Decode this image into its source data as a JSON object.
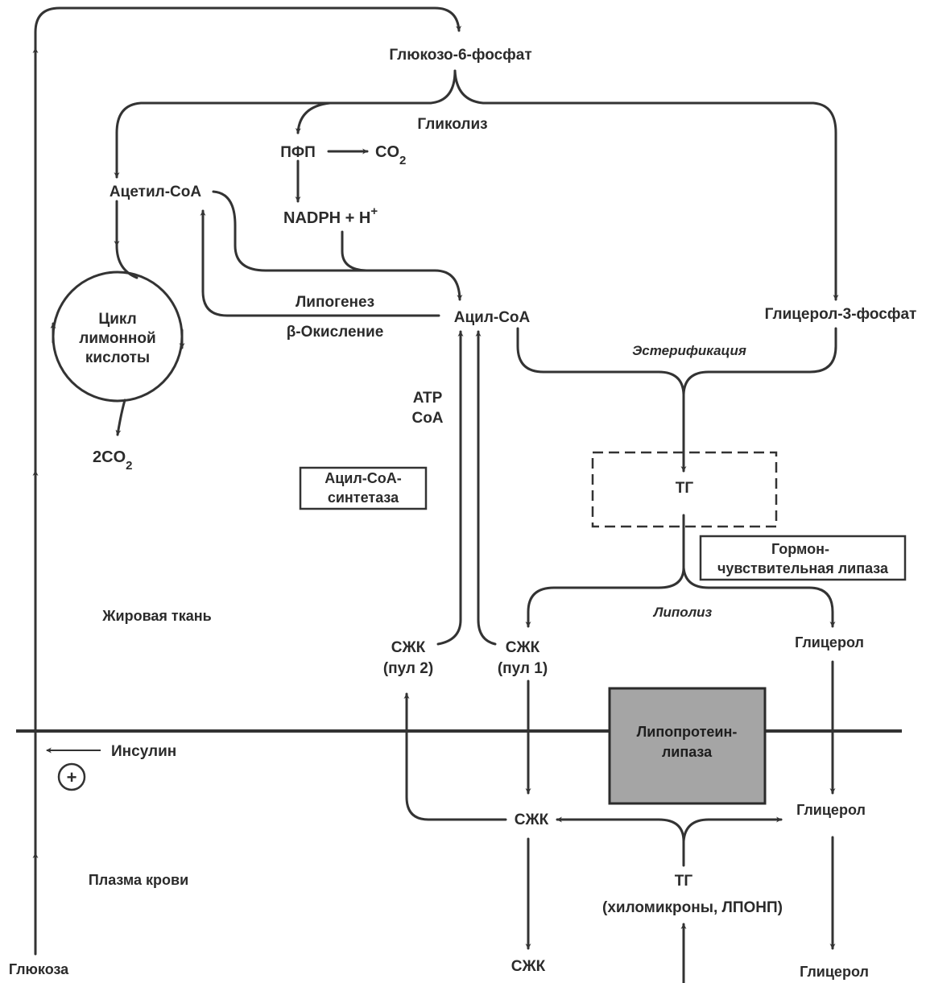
{
  "regions": {
    "adipose": "Жировая ткань",
    "plasma": "Плазма крови"
  },
  "nodes": {
    "glucose6p": "Глюкозо-6-фосфат",
    "glycolysis": "Гликолиз",
    "ppp": "ПФП",
    "co2": "CO",
    "co2_sub": "2",
    "nadph": "NADPH + H",
    "nadph_sup": "+",
    "acetyl_coa": "Ацетил-CoA",
    "tca_line1": "Цикл",
    "tca_line2": "лимонной",
    "tca_line3": "кислоты",
    "two_co2": "2CO",
    "two_co2_sub": "2",
    "lipogenesis": "Липогенез",
    "beta_oxidation": "β-Окисление",
    "acyl_coa": "Ацил-CoA",
    "glycerol3p": "Глицерол-3-фосфат",
    "esterification": "Эстерификация",
    "atp": "ATP",
    "coa": "CoA",
    "acyl_synth_line1": "Ацил-CoA-",
    "acyl_synth_line2": "синтетаза",
    "tg": "ТГ",
    "hsl_line1": "Гормон-",
    "hsl_line2": "чувствительная липаза",
    "lipolysis": "Липолиз",
    "ffa_pool2_line1": "СЖК",
    "ffa_pool2_line2": "(пул 2)",
    "ffa_pool1_line1": "СЖК",
    "ffa_pool1_line2": "(пул 1)",
    "glycerol_tissue": "Глицерол",
    "lpl_line1": "Липопротеин-",
    "lpl_line2": "липаза",
    "insulin": "Инсулин",
    "plus": "+",
    "ffa_plasma": "СЖК",
    "glycerol_plasma": "Глицерол",
    "tg_plasma_line1": "ТГ",
    "tg_plasma_line2": "(хиломикроны, ЛПОНП)",
    "ffa_bottom": "СЖК",
    "glycerol_bottom": "Глицерол",
    "glucose": "Глюкоза"
  }
}
